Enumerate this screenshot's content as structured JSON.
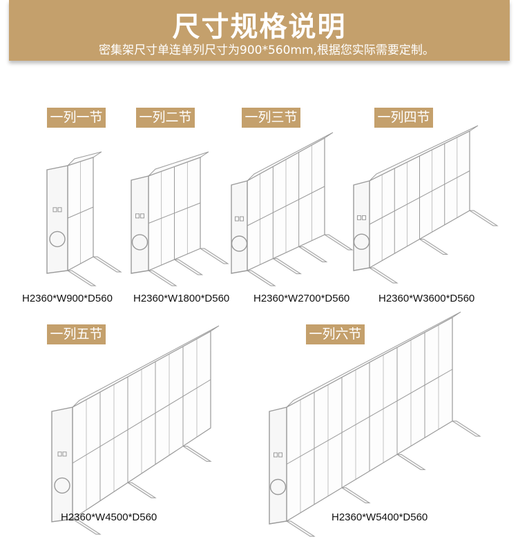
{
  "header": {
    "title": "尺寸规格说明",
    "subtitle": "密集架尺寸单连单列尺寸为900*560mm,根据您实际需要定制。"
  },
  "models": [
    {
      "label": "一列一节",
      "size": "H2360*W900*D560",
      "sections": 1
    },
    {
      "label": "一列二节",
      "size": "H2360*W1800*D560",
      "sections": 2
    },
    {
      "label": "一列三节",
      "size": "H2360*W2700*D560",
      "sections": 3
    },
    {
      "label": "一列四节",
      "size": "H2360*W3600*D560",
      "sections": 4
    },
    {
      "label": "一列五节",
      "size": "H2360*W4500*D560",
      "sections": 5
    },
    {
      "label": "一列六节",
      "size": "H2360*W5400*D560",
      "sections": 6
    }
  ],
  "colors": {
    "accent": "#c4a06c",
    "line": "#9a9a9a"
  }
}
